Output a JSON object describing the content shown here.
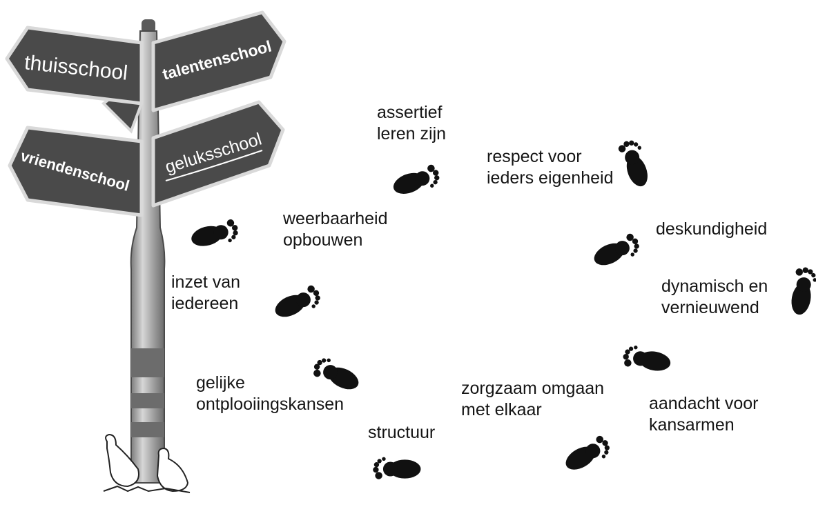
{
  "signpost": {
    "signs": [
      {
        "id": "thuisschool",
        "label": "thuisschool"
      },
      {
        "id": "talentenschool",
        "label": "talentenschool"
      },
      {
        "id": "vriendenschool",
        "label": "vriendenschool"
      },
      {
        "id": "geluksschool",
        "label": "geluksschool"
      }
    ]
  },
  "values": {
    "assertief": {
      "line1": "assertief",
      "line2": "leren zijn"
    },
    "respect": {
      "line1": "respect voor",
      "line2": "ieders eigenheid"
    },
    "weerbaarheid": {
      "line1": "weerbaarheid",
      "line2": "opbouwen"
    },
    "deskundigheid": {
      "line1": "deskundigheid"
    },
    "inzet": {
      "line1": "inzet van",
      "line2": "iedereen"
    },
    "dynamisch": {
      "line1": "dynamisch en",
      "line2": "vernieuwend"
    },
    "gelijke": {
      "line1": "gelijke",
      "line2": "ontplooiingskansen"
    },
    "zorgzaam": {
      "line1": "zorgzaam omgaan",
      "line2": "met elkaar"
    },
    "aandacht": {
      "line1": "aandacht voor",
      "line2": "kansarmen"
    },
    "structuur": {
      "line1": "structuur"
    }
  },
  "colors": {
    "sign_fill": "#4a4a4a",
    "sign_border": "#d9d9d9",
    "pole": "#a8a8a8",
    "footprint": "#111111"
  }
}
